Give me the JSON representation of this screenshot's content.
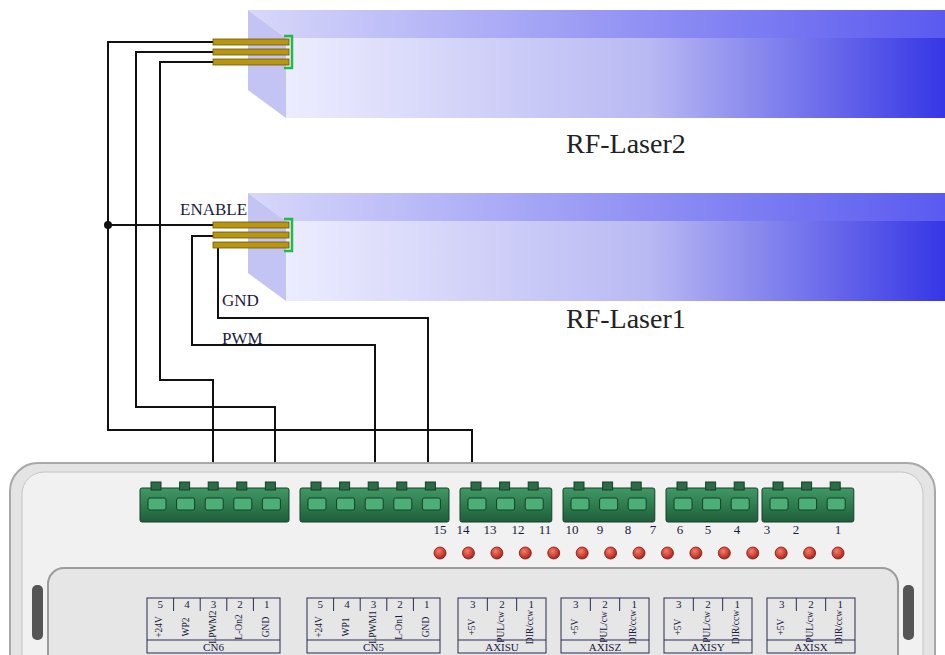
{
  "diagram": {
    "nodes": [
      {
        "text": [
          "RF-Laser2"
        ]
      },
      {
        "text": [
          "RF-Laser1"
        ]
      }
    ],
    "labels": [
      "ENABLE",
      "GND",
      "PWM",
      "15",
      "14",
      "13",
      "12",
      "11",
      "10",
      "9",
      "8",
      "7",
      "6",
      "5",
      "4",
      "3",
      "2",
      "1",
      "5",
      "4",
      "3",
      "2",
      "1",
      "+24V",
      "WP2",
      "LPWM2",
      "L-On2",
      "GND",
      "CN6",
      "5",
      "4",
      "3",
      "2",
      "1",
      "+24V",
      "WP1",
      "LPWM1",
      "L-On1",
      "GND",
      "CN5",
      "3",
      "2",
      "1",
      "+5V",
      "PUL/cw",
      "DIR/ccw",
      "AXISU",
      "3",
      "2",
      "1",
      "+5V",
      "PUL/cw",
      "DIR/ccw",
      "AXISZ",
      "3",
      "2",
      "1",
      "+5V",
      "PUL/cw",
      "DIR/ccw",
      "AXISY",
      "3",
      "2",
      "1",
      "+5V",
      "PUL/cw",
      "DIR/ccw",
      "AXISX"
    ]
  }
}
